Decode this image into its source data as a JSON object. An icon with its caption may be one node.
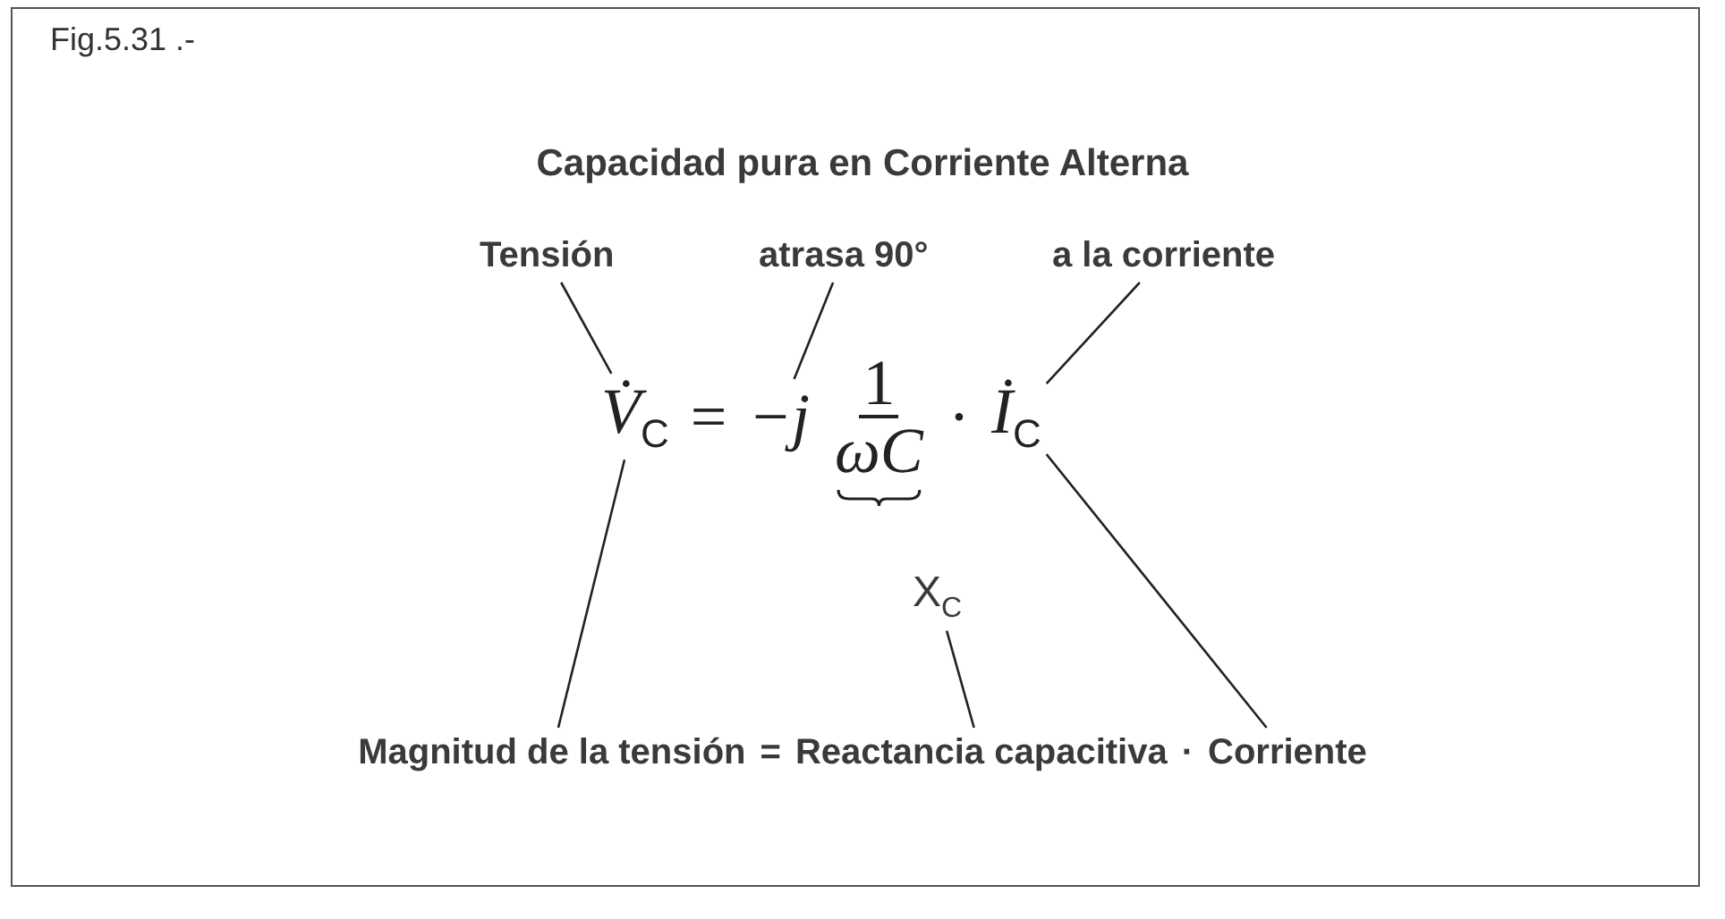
{
  "diagram": {
    "title": "Capacidad pura en Corriente Alterna",
    "caption": "Fig.5.31 .-",
    "nodes": [
      {
        "text": [
          "Tensión"
        ]
      },
      {
        "text": [
          "atrasa 90°"
        ]
      },
      {
        "text": [
          "a la corriente"
        ]
      },
      {
        "text": [
          "V̇$_{C}$"
        ]
      },
      {
        "text": [
          "−j"
        ]
      },
      {
        "text": [
          "1",
          "ωC"
        ]
      },
      {
        "text": [
          "İ$_{C}$"
        ]
      },
      {
        "text": [
          "X$_{C}$"
        ]
      },
      {
        "text": [
          "Magnitud de la tensión"
        ]
      },
      {
        "text": [
          "Reactancia capacitiva"
        ]
      },
      {
        "text": [
          "Corriente"
        ]
      }
    ],
    "edges": [
      {
        "from": 0,
        "to": 3,
        "arrow": "none"
      },
      {
        "from": 1,
        "to": 4,
        "arrow": "none"
      },
      {
        "from": 2,
        "to": 6,
        "arrow": "none"
      },
      {
        "from": 3,
        "to": 8,
        "arrow": "none"
      },
      {
        "from": 7,
        "to": 9,
        "arrow": "none"
      },
      {
        "from": 6,
        "to": 10,
        "arrow": "none"
      }
    ],
    "labels": [
      "=",
      "·",
      "=",
      "·"
    ]
  }
}
